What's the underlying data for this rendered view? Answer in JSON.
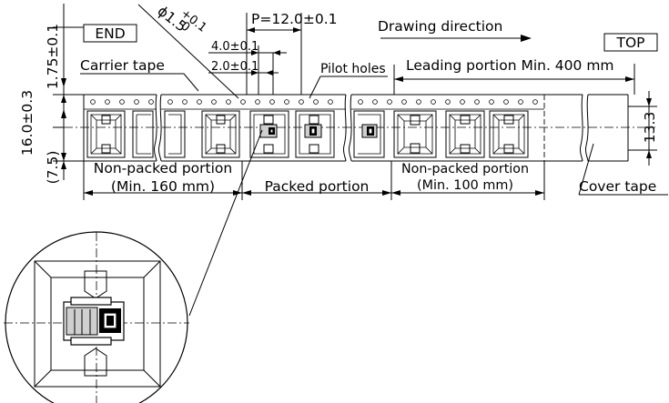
{
  "labels": {
    "end": "END",
    "top": "TOP",
    "pitch": "P=12.0±0.1",
    "hole_diameter": "ϕ1.5",
    "hole_diameter_tol": "+0.1",
    "hole_diameter_tol_low": "0",
    "drawing_direction": "Drawing direction",
    "dim_175": "1.75±0.1",
    "dim_40": "4.0±0.1",
    "dim_20": "2.0±0.1",
    "carrier_tape": "Carrier tape",
    "pilot_holes": "Pilot holes",
    "leading_portion": "Leading portion Min. 400 mm",
    "dim_160": "16.0±0.3",
    "dim_75": "(7.5)",
    "dim_133": "13.3",
    "non_packed_left": "Non-packed portion",
    "non_packed_left_min": "(Min. 160 mm)",
    "packed_portion": "Packed portion",
    "non_packed_right": "Non-packed portion",
    "non_packed_right_min": "(Min. 100 mm)",
    "cover_tape": "Cover tape"
  }
}
